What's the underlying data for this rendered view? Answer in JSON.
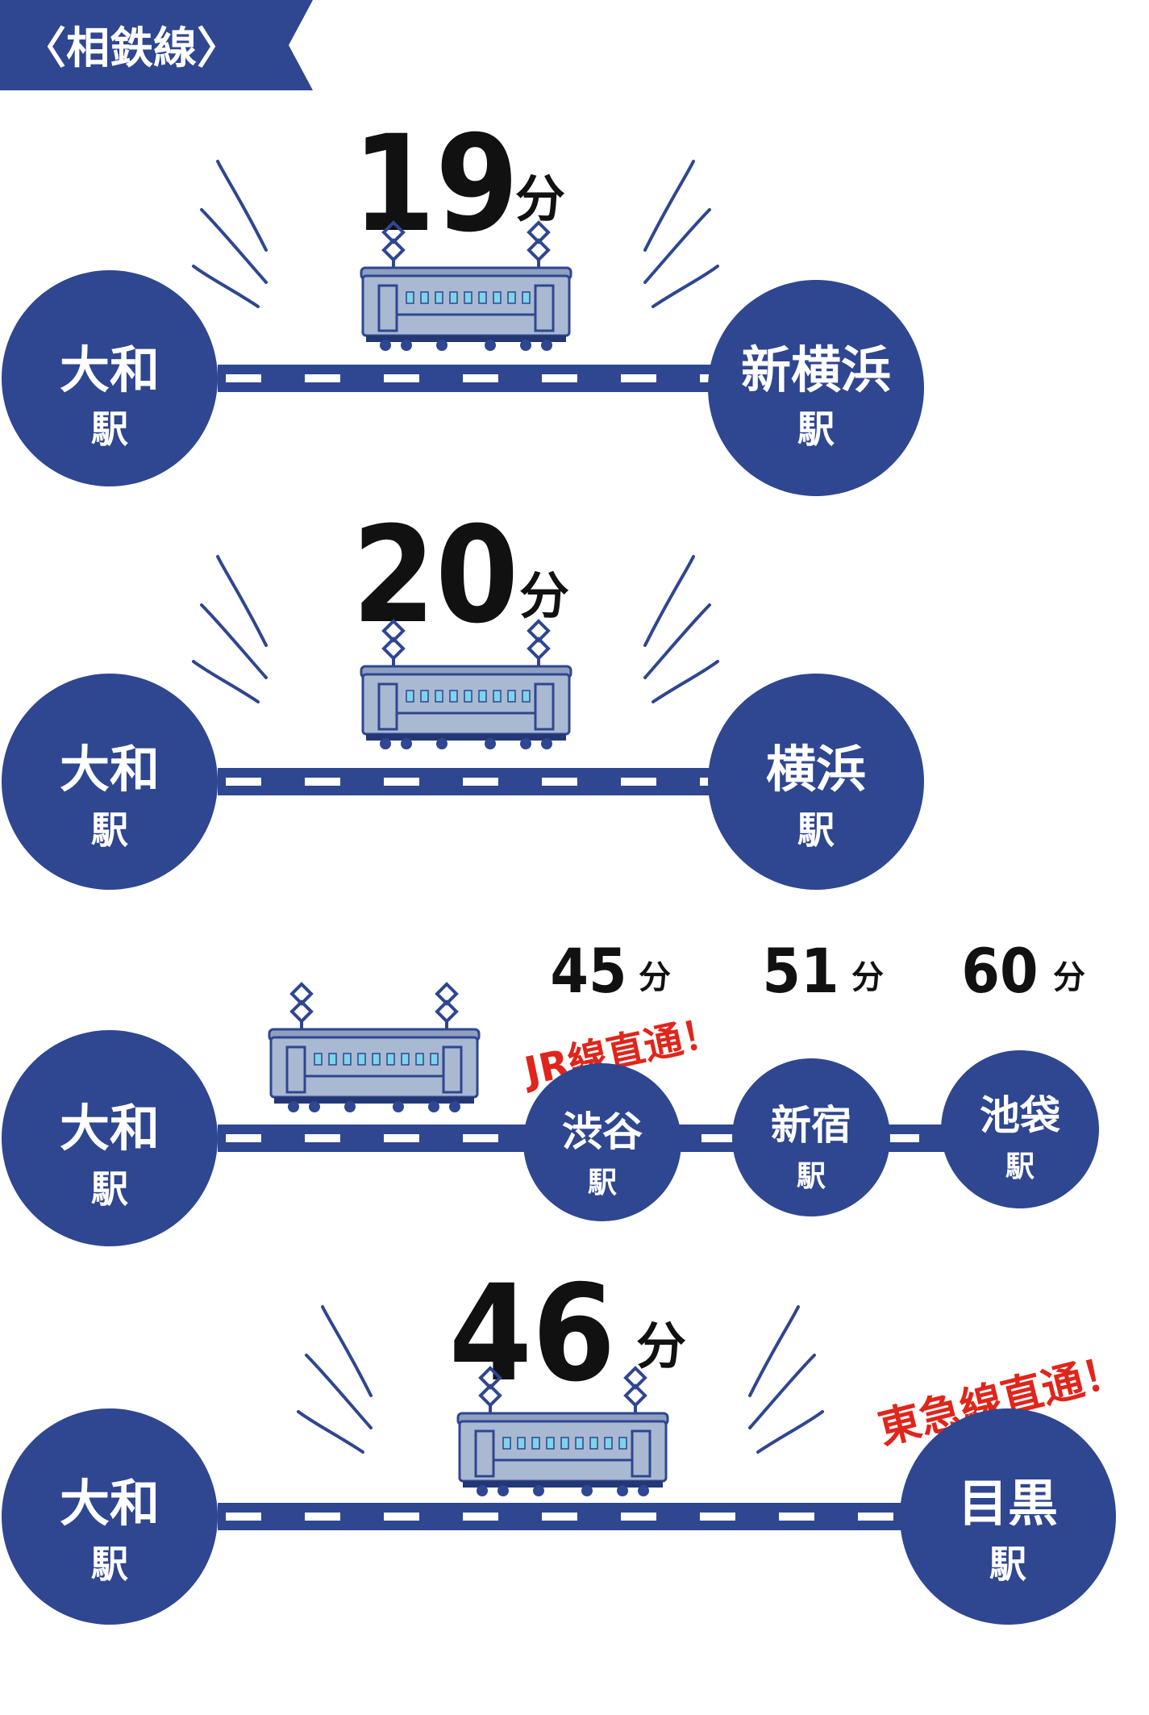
{
  "colors": {
    "navy": "#2f4690",
    "navy_dark": "#233774",
    "white": "#ffffff",
    "black": "#111111",
    "red": "#e0251b",
    "train_body": "#a9b9d2",
    "train_window": "#7fd3ea"
  },
  "header": {
    "label": "〈相鉄線〉"
  },
  "routes": [
    {
      "time": "19",
      "unit": "分",
      "from": {
        "name": "大和",
        "suffix": "駅"
      },
      "to": {
        "name": "新横浜",
        "suffix": "駅"
      }
    },
    {
      "time": "20",
      "unit": "分",
      "from": {
        "name": "大和",
        "suffix": "駅"
      },
      "to": {
        "name": "横浜",
        "suffix": "駅"
      }
    },
    {
      "from": {
        "name": "大和",
        "suffix": "駅"
      },
      "note": "JR線直通！",
      "stops": [
        {
          "name": "渋谷",
          "suffix": "駅",
          "time": "45",
          "unit": "分"
        },
        {
          "name": "新宿",
          "suffix": "駅",
          "time": "51",
          "unit": "分"
        },
        {
          "name": "池袋",
          "suffix": "駅",
          "time": "60",
          "unit": "分"
        }
      ]
    },
    {
      "time": "46",
      "unit": "分",
      "note": "東急線直通！",
      "from": {
        "name": "大和",
        "suffix": "駅"
      },
      "to": {
        "name": "目黒",
        "suffix": "駅"
      }
    }
  ],
  "icons": [
    "train-icon",
    "motion-lines-icon",
    "station-circle-icon"
  ]
}
